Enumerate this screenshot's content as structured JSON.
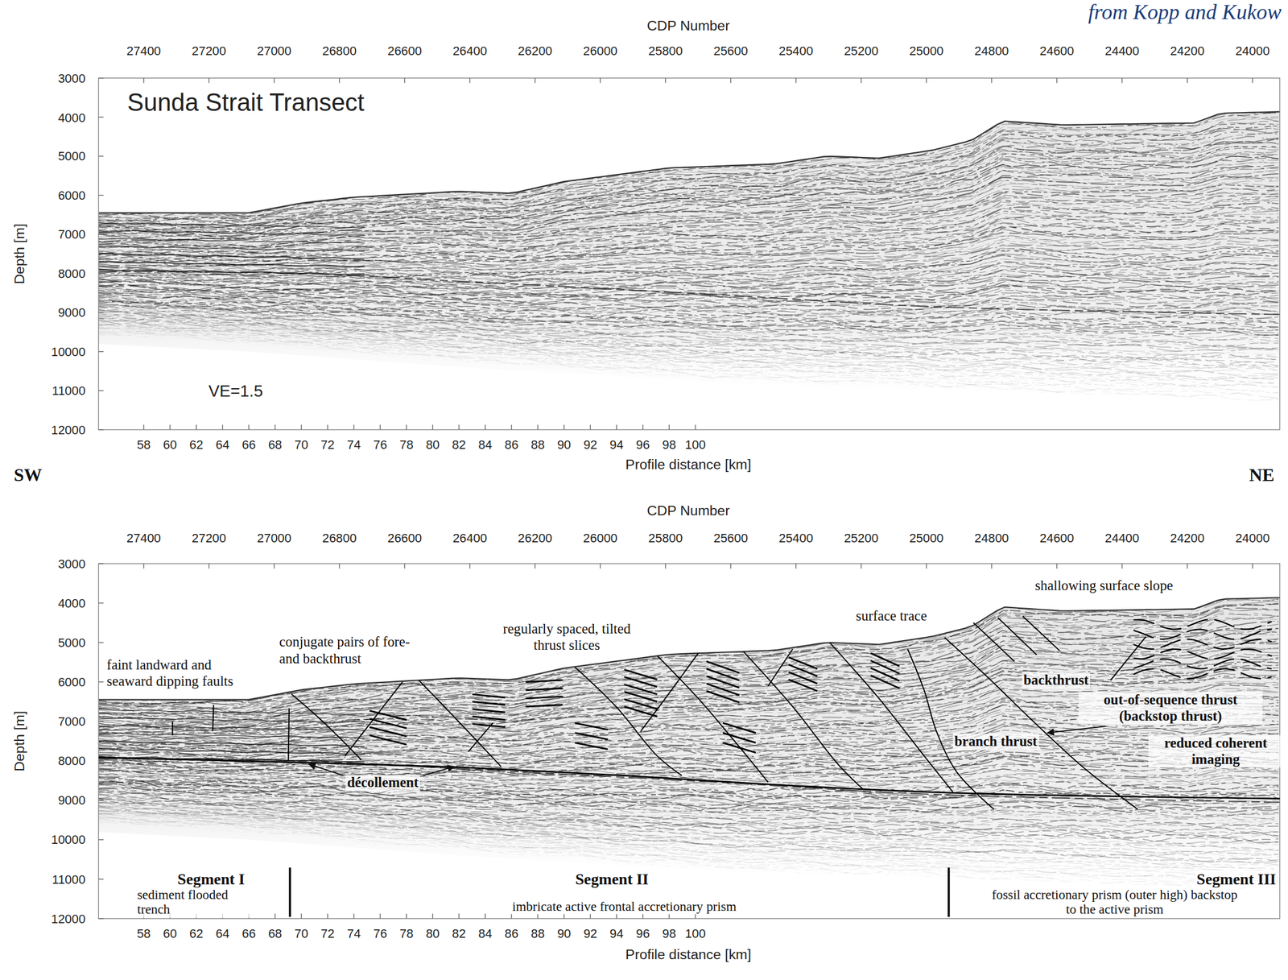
{
  "diagram": {
    "title": "Sunda Strait Transect",
    "labels": [
      "from Kopp and Kukow",
      "CDP Number",
      "27400",
      "27200",
      "27000",
      "26800",
      "26600",
      "26400",
      "26200",
      "26000",
      "25800",
      "25600",
      "25400",
      "25200",
      "25000",
      "24800",
      "24600",
      "24400",
      "24200",
      "24000",
      "3000",
      "4000",
      "5000",
      "6000",
      "7000",
      "8000",
      "9000",
      "10000",
      "11000",
      "12000",
      "Depth [m]",
      "VE=1.5",
      "58",
      "60",
      "62",
      "64",
      "66",
      "68",
      "70",
      "72",
      "74",
      "76",
      "78",
      "80",
      "82",
      "84",
      "86",
      "88",
      "90",
      "92",
      "94",
      "96",
      "98",
      "100",
      "Profile distance [km]",
      "SW",
      "NE",
      "CDP Number",
      "27400",
      "27200",
      "27000",
      "26800",
      "26600",
      "26400",
      "26200",
      "26000",
      "25800",
      "25600",
      "25400",
      "25200",
      "25000",
      "24800",
      "24600",
      "24400",
      "24200",
      "24000",
      "3000",
      "4000",
      "5000",
      "6000",
      "7000",
      "8000",
      "9000",
      "10000",
      "11000",
      "12000",
      "Depth [m]",
      "58",
      "60",
      "62",
      "64",
      "66",
      "68",
      "70",
      "72",
      "74",
      "76",
      "78",
      "80",
      "82",
      "84",
      "86",
      "88",
      "90",
      "92",
      "94",
      "96",
      "98",
      "100",
      "Profile distance [km]",
      "faint landward and seaward dipping faults",
      "conjugate pairs of fore- and backthrust",
      "regularly spaced, tilted thrust slices",
      "surface trace",
      "shallowing surface slope",
      "backthrust",
      "out-of-sequence thrust (backstop thrust)",
      "branch thrust",
      "reduced coherent imaging",
      "décollement",
      "Segment I",
      "sediment flooded trench",
      "Segment II",
      "imbricate active frontal accretionary prism",
      "Segment III",
      "fossil accretionary prism (outer high) backstop to the active prism"
    ]
  }
}
